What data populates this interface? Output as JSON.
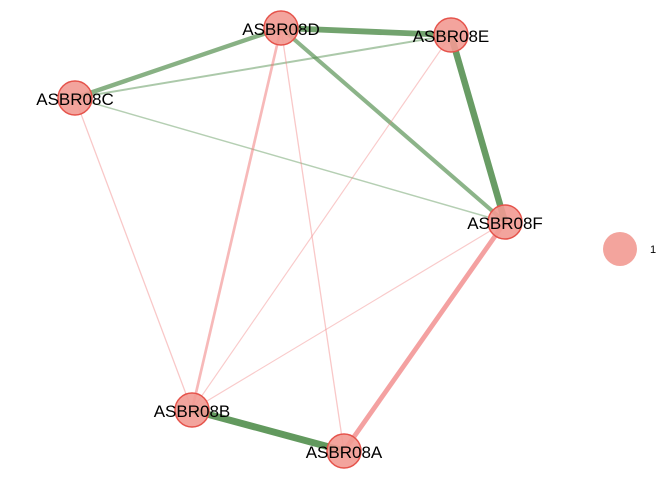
{
  "colors": {
    "positive_edge": "#4f8c4a",
    "negative_edge": "#f07a7a",
    "node_fill": "#f29a92",
    "node_stroke": "#e5534b",
    "legend_fill": "#f29a92"
  },
  "nodes": [
    {
      "id": "ASBR08D",
      "label": "ASBR08D"
    },
    {
      "id": "ASBR08E",
      "label": "ASBR08E"
    },
    {
      "id": "ASBR08C",
      "label": "ASBR08C"
    },
    {
      "id": "ASBR08F",
      "label": "ASBR08F"
    },
    {
      "id": "ASBR08B",
      "label": "ASBR08B"
    },
    {
      "id": "ASBR08A",
      "label": "ASBR08A"
    }
  ],
  "edges": [
    {
      "source": "ASBR08D",
      "target": "ASBR08E",
      "sign": "positive",
      "weight": 0.75
    },
    {
      "source": "ASBR08E",
      "target": "ASBR08F",
      "sign": "positive",
      "weight": 0.85
    },
    {
      "source": "ASBR08B",
      "target": "ASBR08A",
      "sign": "positive",
      "weight": 0.9
    },
    {
      "source": "ASBR08C",
      "target": "ASBR08D",
      "sign": "positive",
      "weight": 0.55
    },
    {
      "source": "ASBR08D",
      "target": "ASBR08F",
      "sign": "positive",
      "weight": 0.5
    },
    {
      "source": "ASBR08C",
      "target": "ASBR08E",
      "sign": "positive",
      "weight": 0.2
    },
    {
      "source": "ASBR08C",
      "target": "ASBR08F",
      "sign": "positive",
      "weight": 0.12
    },
    {
      "source": "ASBR08F",
      "target": "ASBR08A",
      "sign": "negative",
      "weight": 0.6
    },
    {
      "source": "ASBR08D",
      "target": "ASBR08B",
      "sign": "negative",
      "weight": 0.3
    },
    {
      "source": "ASBR08D",
      "target": "ASBR08A",
      "sign": "negative",
      "weight": 0.1
    },
    {
      "source": "ASBR08C",
      "target": "ASBR08B",
      "sign": "negative",
      "weight": 0.1
    },
    {
      "source": "ASBR08E",
      "target": "ASBR08B",
      "sign": "negative",
      "weight": 0.08
    },
    {
      "source": "ASBR08F",
      "target": "ASBR08B",
      "sign": "negative",
      "weight": 0.08
    }
  ],
  "legend": {
    "label": "1"
  }
}
